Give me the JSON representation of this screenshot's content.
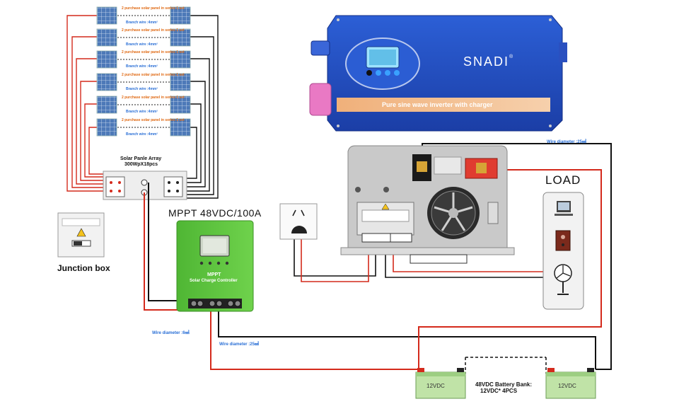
{
  "solar_array": {
    "rows": [
      {
        "series_note": "2 purchase solar panel in series 1 set",
        "branch_wire": "Branch wire :4mm²"
      },
      {
        "series_note": "2 purchase solar panel in series 1 set",
        "branch_wire": "Branch wire :4mm²"
      },
      {
        "series_note": "2 purchase solar panel in series 1 set",
        "branch_wire": "Branch wire :4mm²"
      },
      {
        "series_note": "2 purchase solar panel in series 1 set",
        "branch_wire": "Branch wire :4mm²"
      },
      {
        "series_note": "2 purchase solar panel in series 1 set",
        "branch_wire": "Branch wire :4mm²"
      },
      {
        "series_note": "2 purchase solar panel in series 1 set",
        "branch_wire": "Branch wire :4mm²"
      }
    ],
    "title_line1": "Solar Panle Array",
    "title_line2": "300WpX18pcs"
  },
  "junction_box": {
    "label": "Junction box"
  },
  "controller": {
    "heading": "MPPT 48VDC/100A",
    "face_line1": "MPPT",
    "face_line2": "Solar Charge Controller",
    "wire_pv": "Wire diameter :6㎟",
    "wire_batt": "Wire diameter :25㎟"
  },
  "inverter": {
    "brand": "SNADI",
    "trademark": "®",
    "band_text": "Pure sine wave inverter with charger",
    "wire_top": "Wire diameter :25㎟"
  },
  "load": {
    "label": "LOAD"
  },
  "battery_bank": {
    "cell_label": "12VDC",
    "caption_line1": "48VDC Battery Bank:",
    "caption_line2": "12VDC* 4PCS"
  },
  "colors": {
    "red_wire": "#d42a1c",
    "black_wire": "#111111",
    "controller_green": "#5cc43e",
    "inverter_blue": "#1f47b8",
    "battery_green": "#bfe3a4"
  }
}
